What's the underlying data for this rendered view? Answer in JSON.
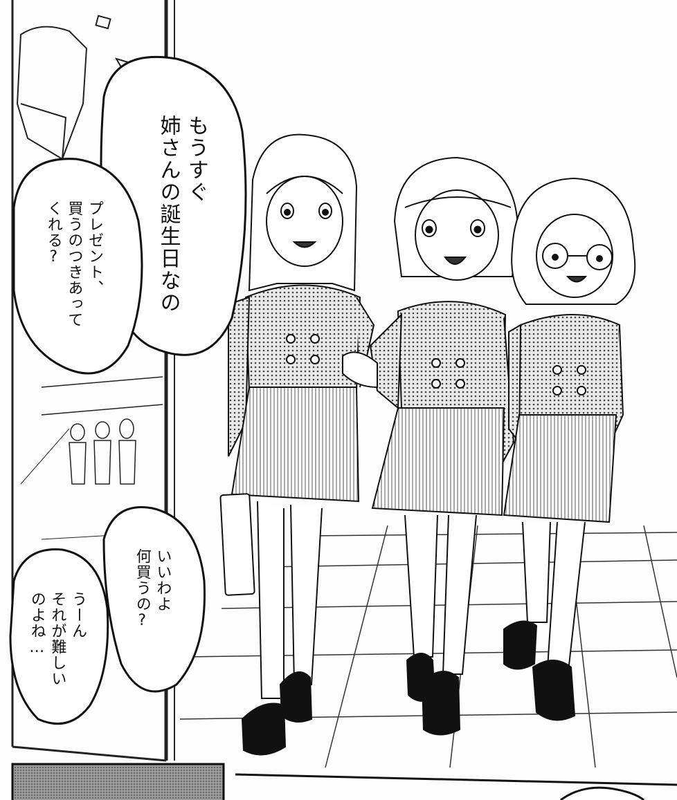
{
  "dialogue": {
    "bubble_1": "もうすぐ\n姉さんの誕生日なの",
    "bubble_2": "プレゼント、\n買うのつきあって\nくれる?",
    "bubble_3": "いいわよ\n何買うの?",
    "bubble_4": "うーん\nそれが難しい\nのよね…"
  },
  "colors": {
    "ink": "#111111",
    "paper": "#fdfdfd",
    "screentone": "#8a8a8a"
  }
}
